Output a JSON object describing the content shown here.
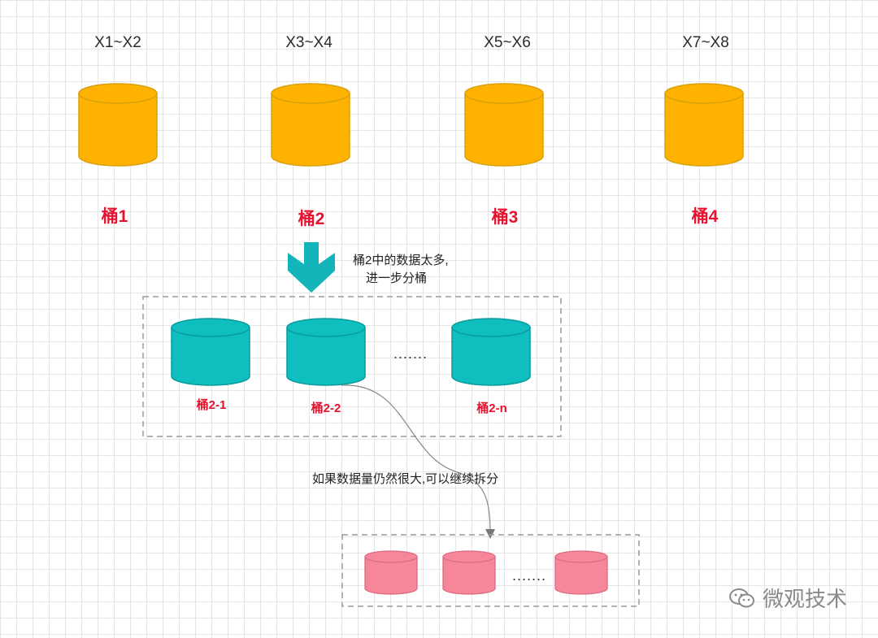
{
  "buckets": [
    {
      "range": "X1~X2",
      "label": "桶1"
    },
    {
      "range": "X3~X4",
      "label": "桶2"
    },
    {
      "range": "X5~X6",
      "label": "桶3"
    },
    {
      "range": "X7~X8",
      "label": "桶4"
    }
  ],
  "split_note": {
    "line1": "桶2中的数据太多,",
    "line2": "进一步分桶"
  },
  "sub_buckets": [
    {
      "label": "桶2-1"
    },
    {
      "label": "桶2-2"
    },
    {
      "label": "桶2-n"
    }
  ],
  "ellipsis_mid": ".......",
  "further_note": "如果数据量仍然很大,可以继续拆分",
  "ellipsis_bottom": ".......",
  "watermark": "微观技术",
  "colors": {
    "bucket": "#FFB300",
    "bucket_edge": "#D9A10B",
    "sub_bucket": "#0FBFBF",
    "sub_bucket_edge": "#0A9C9C",
    "leaf_bucket": "#F7869A",
    "leaf_bucket_edge": "#D96C80",
    "label_red": "#E8112D",
    "arrow_teal": "#13B5BB"
  }
}
